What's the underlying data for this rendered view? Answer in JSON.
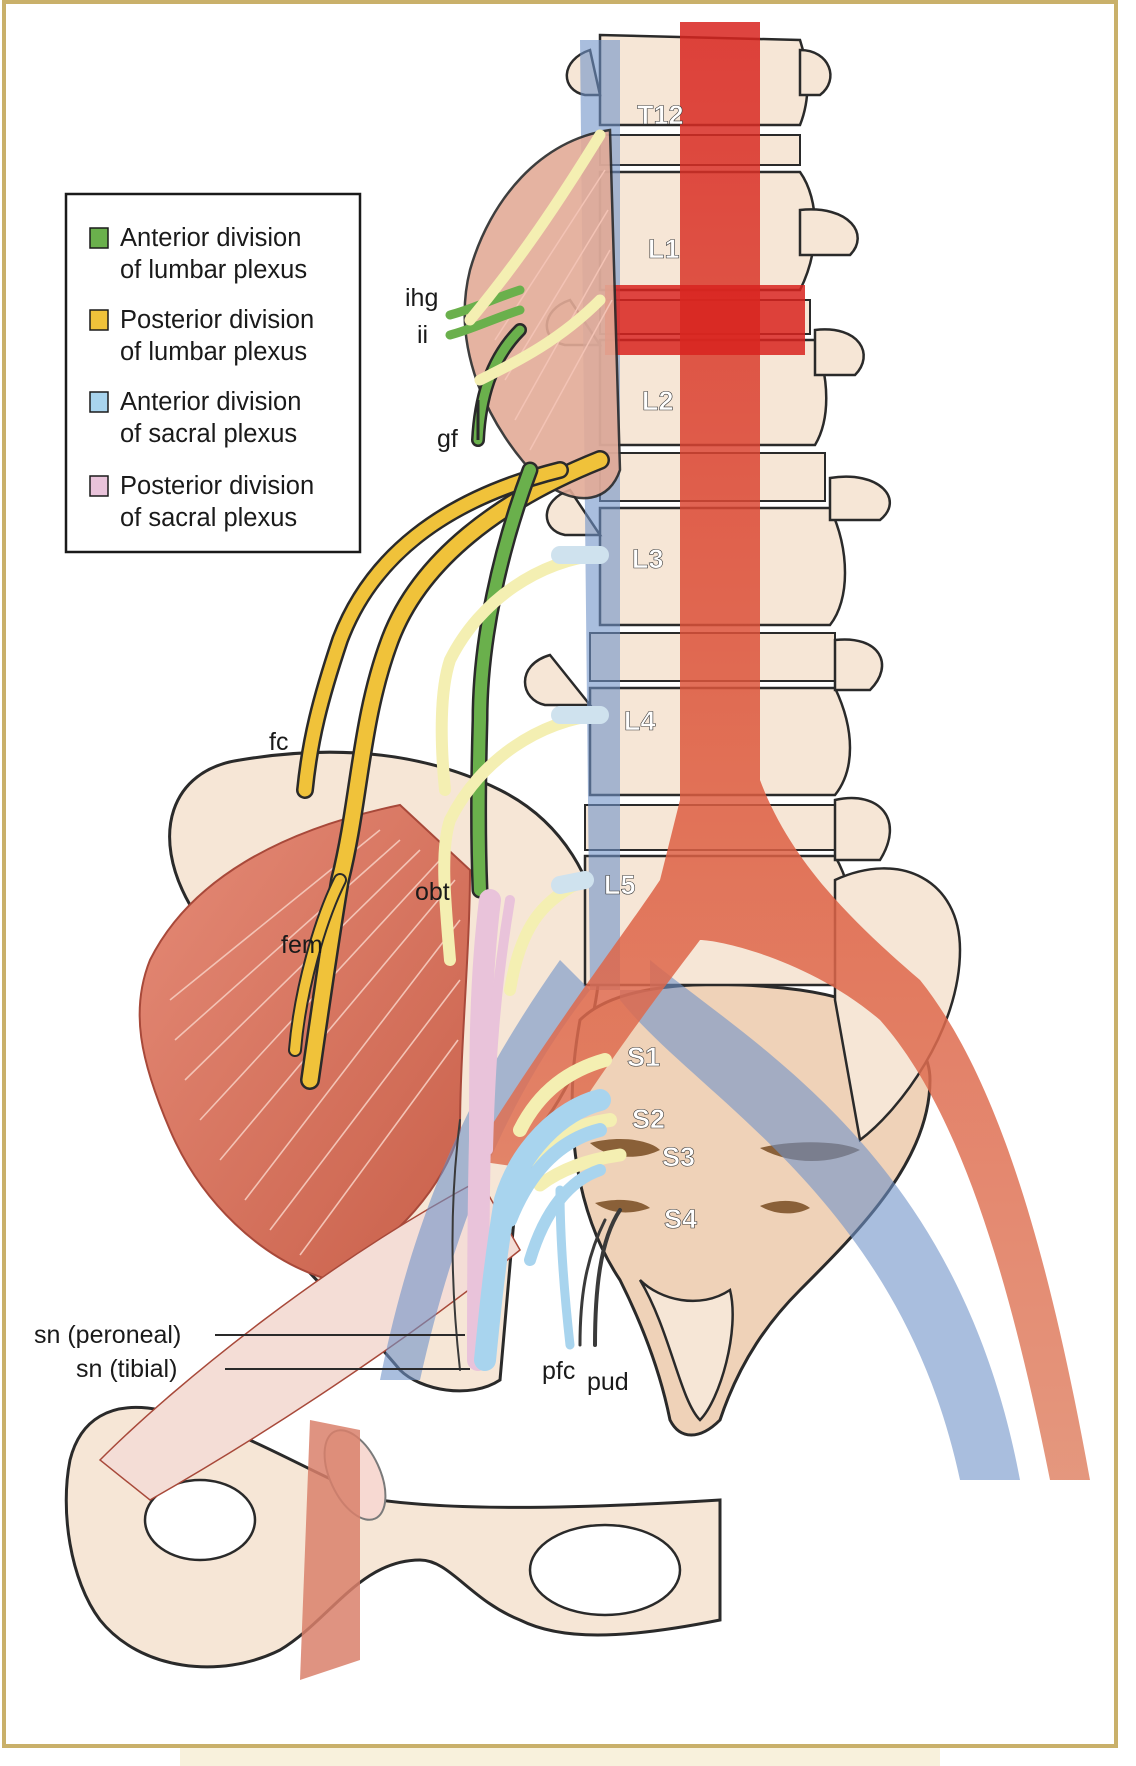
{
  "legend": {
    "items": [
      {
        "line1": "Anterior division",
        "line2": "of lumbar plexus",
        "color": "#6ab04c"
      },
      {
        "line1": "Posterior division",
        "line2": "of lumbar plexus",
        "color": "#f0c23a"
      },
      {
        "line1": "Anterior division",
        "line2": "of sacral plexus",
        "color": "#a8d4ee"
      },
      {
        "line1": "Posterior division",
        "line2": "of sacral plexus",
        "color": "#e9c3da"
      }
    ]
  },
  "vertebrae": {
    "t12": "T12",
    "l1": "L1",
    "l2": "L2",
    "l3": "L3",
    "l4": "L4",
    "l5": "L5",
    "s1": "S1",
    "s2": "S2",
    "s3": "S3",
    "s4": "S4"
  },
  "nerves": {
    "ihg": "ihg",
    "ii": "ii",
    "gf": "gf",
    "fc": "fc",
    "obt": "obt",
    "fem": "fem",
    "sn_peroneal": "sn (peroneal)",
    "sn_tibial": "sn (tibial)",
    "pfc": "pfc",
    "pud": "pud"
  },
  "colors": {
    "frame": "#c9b06a",
    "bone": "#f6e6d6",
    "psoas_red": "#d84a2f",
    "vessel_blue": "#6f92c8",
    "muscle": "#d9806b",
    "anterior_lumbar": "#6ab04c",
    "posterior_lumbar": "#f0c23a",
    "anterior_sacral": "#a8d4ee",
    "posterior_sacral": "#e9c3da"
  }
}
